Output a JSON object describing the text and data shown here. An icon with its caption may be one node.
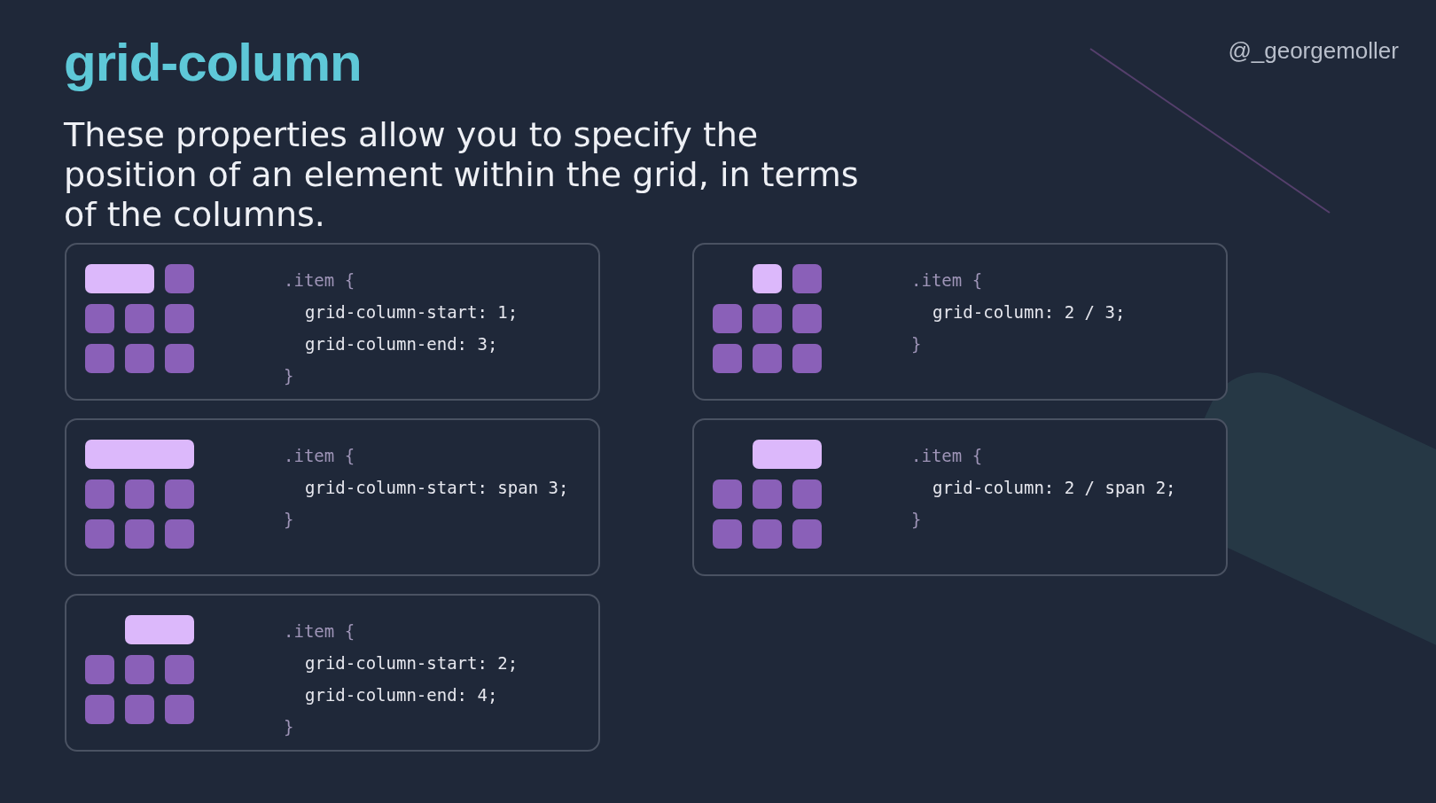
{
  "diagram": {
    "title": "grid-column",
    "nodes": [
      {
        "text": [
          ".item {",
          "grid-column-start: 1;",
          "grid-column-end: 3;",
          "}"
        ]
      },
      {
        "text": [
          ".item {",
          "grid-column: 2 / 3;",
          "}"
        ]
      },
      {
        "text": [
          ".item {",
          "grid-column-start: span 3;",
          "}"
        ]
      },
      {
        "text": [
          ".item {",
          "grid-column: 2 / span 2;",
          "}"
        ]
      },
      {
        "text": [
          ".item {",
          "grid-column-start: 2;",
          "grid-column-end: 4;",
          "}"
        ]
      }
    ],
    "labels": [
      "These properties allow you to specify the position of an element within the grid, in terms of the columns.",
      "@_georgemoller"
    ]
  }
}
